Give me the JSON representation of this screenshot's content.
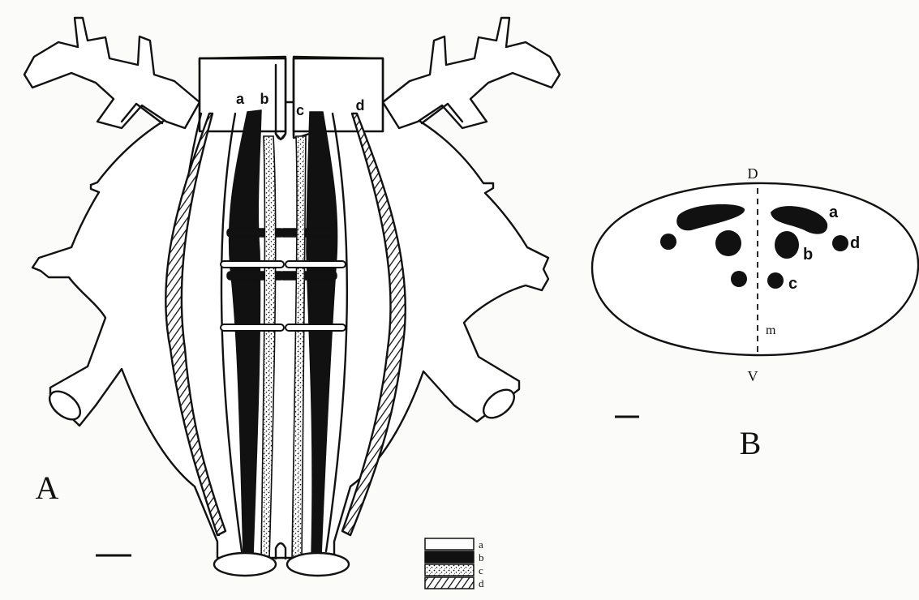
{
  "panel_A": {
    "panel_label": "A",
    "tract_labels": {
      "a": "a",
      "b": "b",
      "c": "c",
      "d": "d"
    },
    "legend": {
      "a": "a",
      "b": "b",
      "c": "c",
      "d": "d"
    }
  },
  "panel_B": {
    "panel_label": "B",
    "dorsal": "D",
    "ventral": "V",
    "midline": "m",
    "bundle_labels": {
      "a": "a",
      "b": "b",
      "c": "c",
      "d": "d"
    }
  },
  "colors": {
    "ink": "#111111",
    "paper": "#fbfbfa"
  }
}
